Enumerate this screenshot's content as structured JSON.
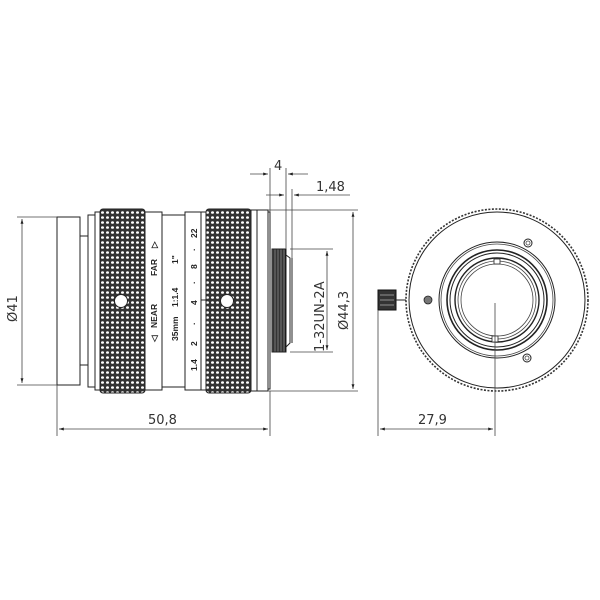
{
  "drawing": {
    "subject": "35mm lens dimensional drawing",
    "colors": {
      "line": "#222222",
      "text": "#333333",
      "background": "#ffffff"
    },
    "side_view": {
      "dimensions": {
        "front_diameter": "Ø41",
        "total_length": "50,8",
        "flange_width": "4",
        "thread_offset": "1,48",
        "thread_spec": "1-32UN-2A",
        "body_diameter": "Ø44,3"
      },
      "markings": {
        "near": "NEAR",
        "far": "FAR",
        "near_arrow": "◁",
        "far_arrow": "▷",
        "focal_length": "35mm",
        "aperture_ratio": "1:1.4",
        "format": "1\"",
        "aperture_scale": [
          "1.4",
          "2",
          "·",
          "4",
          "·",
          "8",
          "·",
          "22"
        ]
      }
    },
    "front_view": {
      "dimensions": {
        "knob_to_center": "27,9"
      }
    }
  }
}
